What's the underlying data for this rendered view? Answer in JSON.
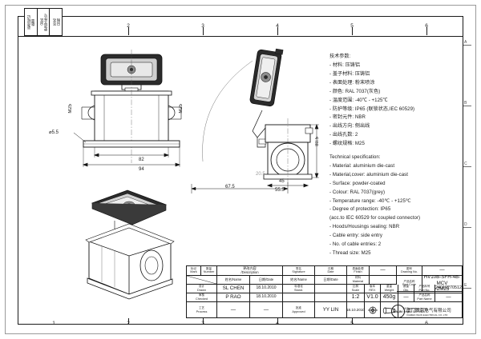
{
  "sheet": {
    "column_marks": [
      "1",
      "2",
      "3",
      "4",
      "5",
      "6"
    ],
    "row_marks": [
      "A",
      "B",
      "C",
      "D",
      "E"
    ]
  },
  "revision_block": {
    "col1": "更改标记\n数量",
    "col2": "分区\n更改文件号",
    "col3": "签名\n日期"
  },
  "spec_cn": {
    "heading": "技术参数:",
    "lines": [
      "- 材料: 压铸铝",
      "- 盖子材料: 压铸铝",
      "- 表面处理: 粉末喷涂",
      "- 颜色: RAL 7037(灰色)",
      "- 温度范围: -40℃ - +125℃",
      "- 防护等级: IP65 (联锁状态,IEC 60529)",
      "- 密封元件: NBR",
      "- 出线方向: 侧出线",
      "- 出线孔数: 2",
      "- 螺纹规格: M25"
    ]
  },
  "spec_en": {
    "heading": "Technical specification:",
    "lines": [
      "- Material: aluminium die-cast",
      "- Material,cover: aluminium die-cast",
      "- Surface: powder-coated",
      "- Colour: RAL 7037(grey)",
      "- Temperature range: -40℃ - +125℃",
      "- Degree of protection: IP65",
      "  (acc.to IEC 60529 for coupled connector)",
      "- Hoods/Housings sealing: NBR",
      "- Cable entry: side entry",
      "- No. of cable entries: 2",
      "- Thread size: M25"
    ]
  },
  "dimensions": {
    "front_width_inner": "82",
    "front_width_outer": "94",
    "hole_dia": "⌀5.5",
    "thread_left": "M25",
    "thread_right": "M25",
    "side_height": "80.5",
    "side_width_inner": "45",
    "side_width_outer": "55.5",
    "overall_length": "67.5",
    "small_depth": "20.5"
  },
  "title_block": {
    "headers": {
      "mark": {
        "cn": "标记",
        "en": "Mark"
      },
      "number": {
        "cn": "数量",
        "en": "Number"
      },
      "description": {
        "cn": "更改内容",
        "en": "/Description"
      },
      "signature": {
        "cn": "签名",
        "en": "Signature"
      },
      "date": {
        "cn": "日期",
        "en": "Date"
      },
      "name": {
        "cn": "姓名",
        "en": "/Name"
      },
      "date2": {
        "cn": "日期",
        "en": "/Date"
      },
      "drawn": {
        "cn": "设计",
        "en": "Drawn"
      },
      "checked": {
        "cn": "审核",
        "en": "Checked"
      },
      "process": {
        "cn": "工艺",
        "en": "Process"
      },
      "stand": {
        "cn": "标准化",
        "en": "Stand."
      },
      "approved": {
        "cn": "批准",
        "en": "Approved"
      },
      "finish": {
        "cn": "表面处理",
        "en": "Finish"
      },
      "material": {
        "cn": "材料",
        "en": "Material"
      },
      "scale": {
        "cn": "比例",
        "en": "Scale"
      },
      "rev": {
        "cn": "版本",
        "en": "REV."
      },
      "weight": {
        "cn": "重量",
        "en": "Weight"
      },
      "qty": {
        "cn": "数量",
        "en": "Qty."
      },
      "drawing_no": {
        "cn": "图号",
        "en": "Drawing No."
      },
      "part_code": {
        "cn": "产品名称",
        "en": "Part Code"
      },
      "part_no": {
        "cn": "产品料号",
        "en": "Part No."
      },
      "part_name": {
        "cn": "产品名称",
        "en": "Part Name"
      }
    },
    "values": {
      "drawn_name": "SL CHEN",
      "drawn_date": "18.10.2010",
      "checked_name": "P RAO",
      "checked_date": "18.10.2010",
      "process_name": "—",
      "process_date": "—",
      "stand_name": "",
      "stand_date": "",
      "approved_name": "YY LIN",
      "approved_date": "18.10.2010",
      "finish": "—",
      "material": "",
      "scale": "1:2",
      "rev": "V1.0",
      "weight": "450g",
      "qty": "—",
      "drawing_no": "—",
      "part_code": "HV10B-SFH-4B-MCV\n-2M25",
      "part_no": "1240102705123",
      "part_name": "—"
    },
    "note": "All Dimensions in mm\nOrigind Size DIN A 4",
    "company": {
      "logo_text": "WAIN",
      "name_cn": "厦门唯恩电气有限公司",
      "name_en": "XIAMEN WAIN ELECTRICAL CO.,LTD"
    }
  }
}
